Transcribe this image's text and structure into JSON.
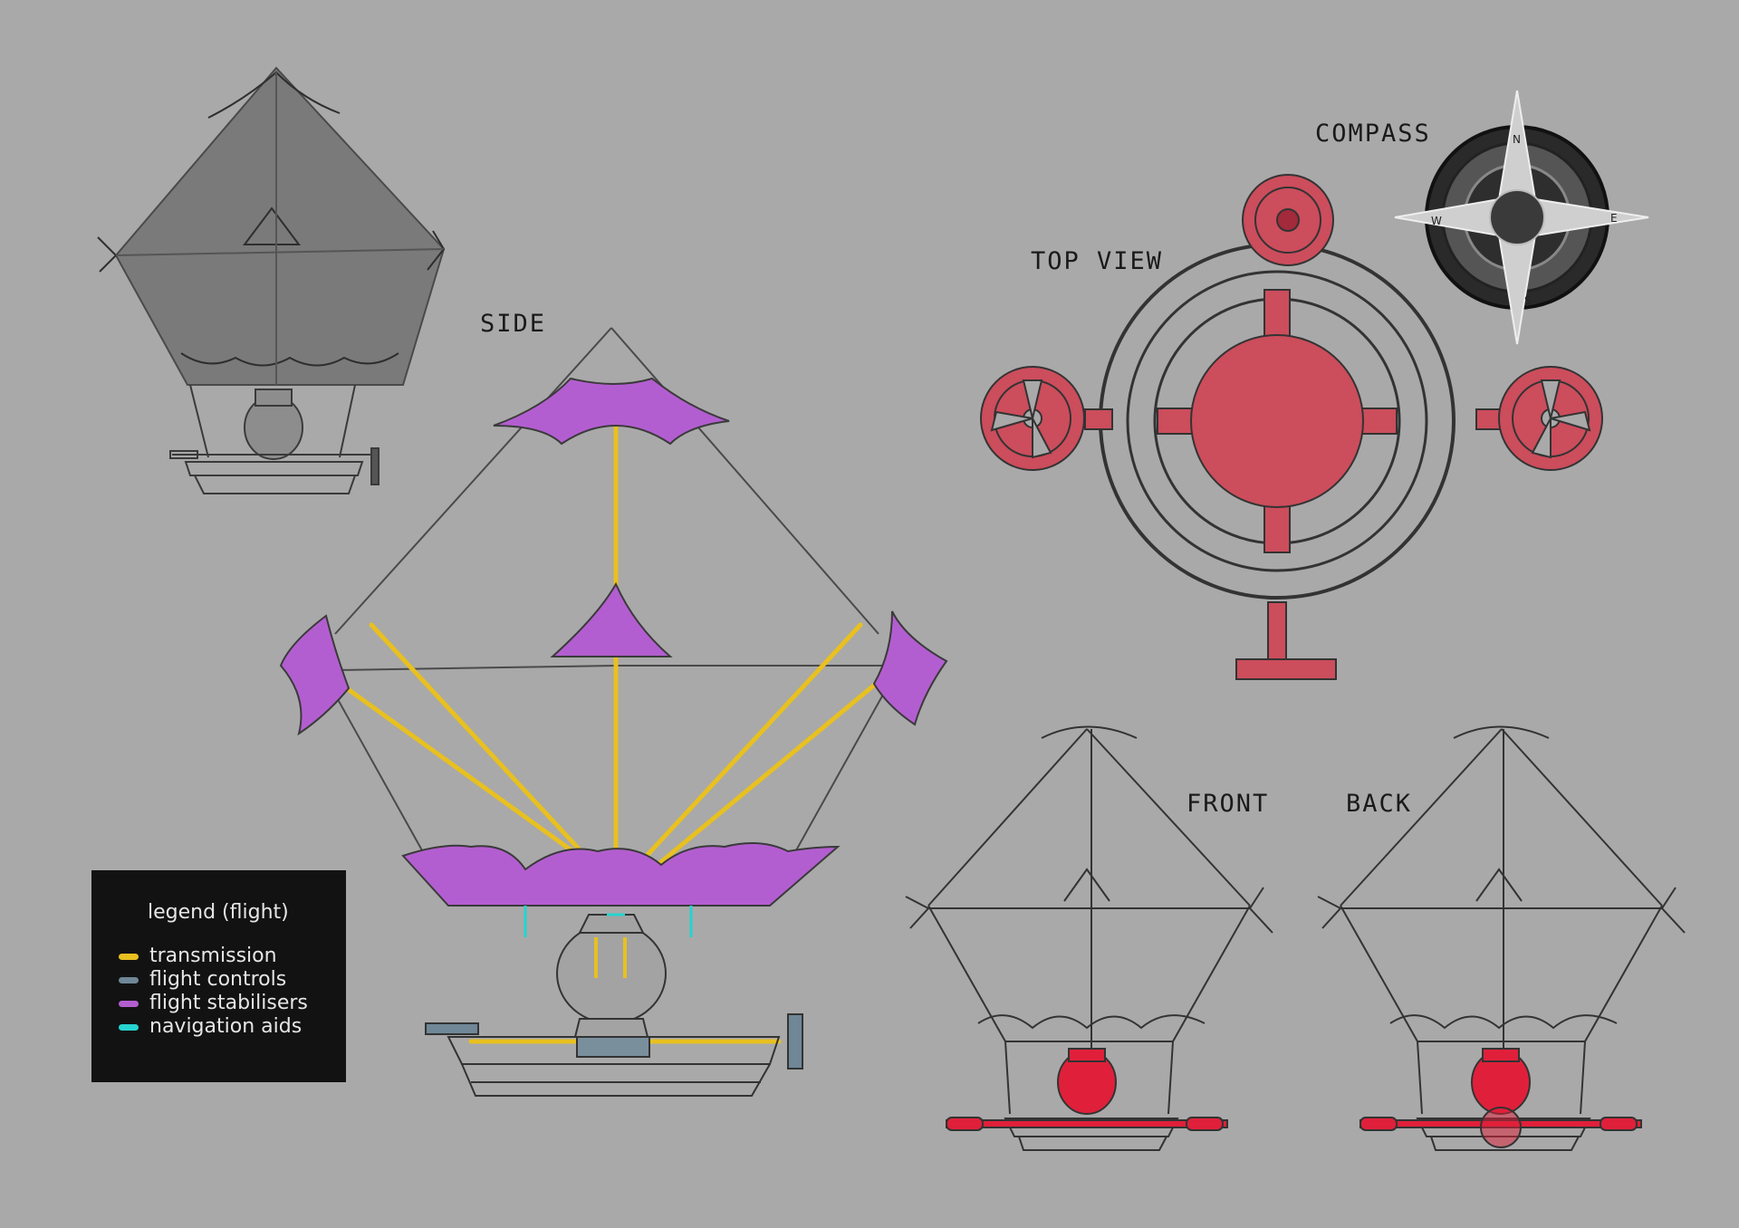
{
  "labels": {
    "side": "SIDE",
    "top_view": "TOP VIEW",
    "compass": "COMPASS",
    "front": "FRONT",
    "back": "BACK"
  },
  "compass_points": {
    "n": "N",
    "e": "E",
    "s": "S",
    "w": "W"
  },
  "legend": {
    "title": "legend (flight)",
    "items": [
      {
        "label": "transmission",
        "color": "#e8c020"
      },
      {
        "label": "flight controls",
        "color": "#6f8797"
      },
      {
        "label": "flight stabilisers",
        "color": "#b35ed0"
      },
      {
        "label": "navigation aids",
        "color": "#25d4d0"
      }
    ]
  },
  "colors": {
    "background": "#a9a9a9",
    "sketch_line": "#333333",
    "balloon_fill": "#7a7a7a",
    "top_view_red": "#cc4d5c",
    "front_back_red": "#e0203a"
  }
}
